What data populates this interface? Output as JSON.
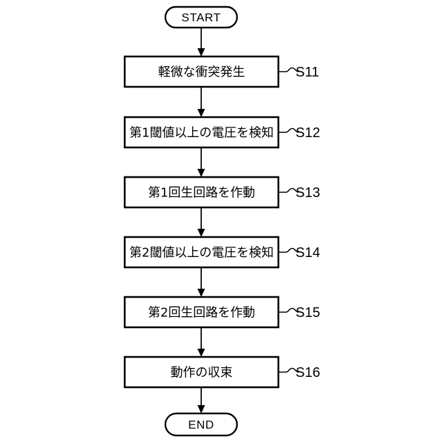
{
  "diagram": {
    "type": "flowchart",
    "orientation": "vertical",
    "background_color": "#ffffff",
    "line_color": "#000000",
    "start": {
      "label": "START",
      "shape": "stadium"
    },
    "end": {
      "label": "END",
      "shape": "stadium"
    },
    "steps": [
      {
        "text": "軽微な衝突発生",
        "step_id": "S11"
      },
      {
        "text": "第1閾値以上の電圧を検知",
        "step_id": "S12"
      },
      {
        "text": "第1回生回路を作動",
        "step_id": "S13"
      },
      {
        "text": "第2閾値以上の電圧を検知",
        "step_id": "S14"
      },
      {
        "text": "第2回生回路を作動",
        "step_id": "S15"
      },
      {
        "text": "動作の収束",
        "step_id": "S16"
      }
    ]
  }
}
